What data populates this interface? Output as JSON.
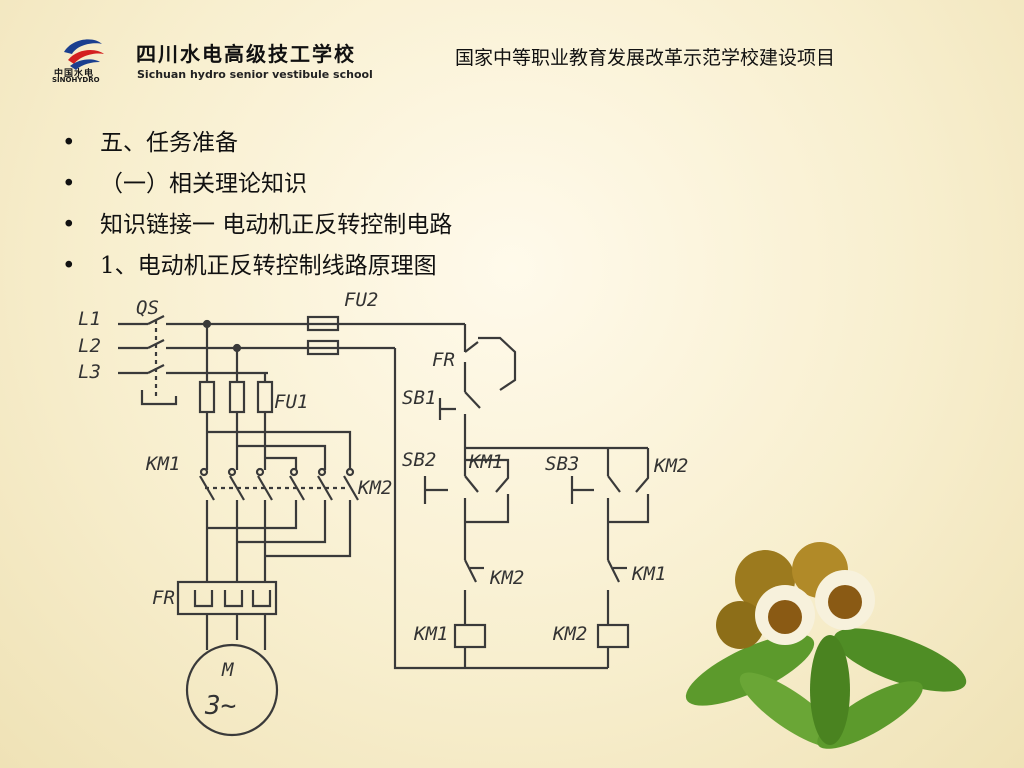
{
  "header": {
    "logo_cn": "中国水电",
    "logo_en": "SINOHYDRO",
    "school_cn": "四川水电高级技工学校",
    "school_en": "Sichuan hydro senior vestibule school",
    "project": "国家中等职业教育发展改革示范学校建设项目"
  },
  "bullets": [
    "五、任务准备",
    "（一）相关理论知识",
    "知识链接一  电动机正反转控制电路",
    "1、电动机正反转控制线路原理图"
  ],
  "diagram": {
    "labels": {
      "l1": "L1",
      "l2": "L2",
      "l3": "L3",
      "qs": "QS",
      "fu2": "FU2",
      "fu1": "FU1",
      "fr_top": "FR",
      "sb1": "SB1",
      "sb2": "SB2",
      "sb3": "SB3",
      "km1_main": "KM1",
      "km2_main": "KM2",
      "km1_aux": "KM1",
      "km2_aux": "KM2",
      "km2_interlock": "KM2",
      "km1_interlock": "KM1",
      "km1_coil": "KM1",
      "km2_coil": "KM2",
      "fr_bottom": "FR",
      "motor_m": "M",
      "motor_3": "3~"
    }
  },
  "colors": {
    "line": "#3a3a3a",
    "leaf": "#5c9a2c",
    "chestnut": "#8a5a14"
  }
}
